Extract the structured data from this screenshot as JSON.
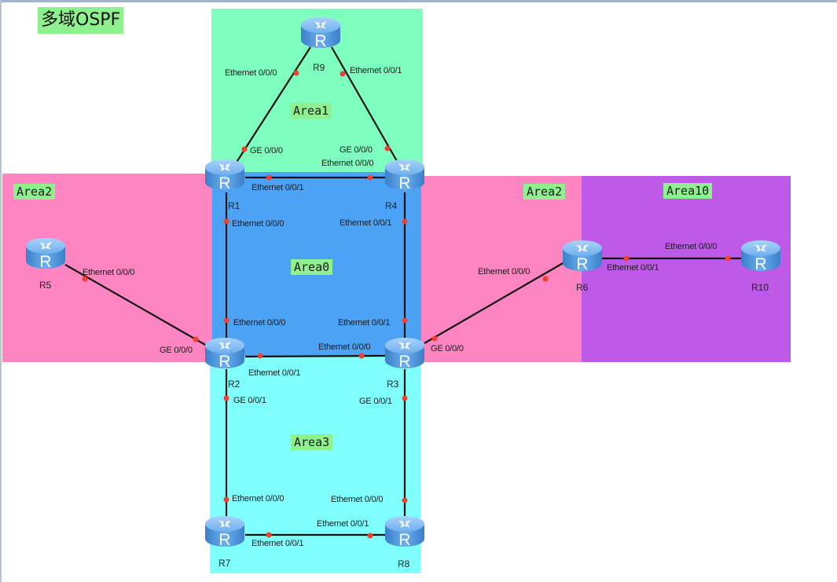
{
  "title": "多域OSPF",
  "colors": {
    "area1": "#7fffbf",
    "area0": "#4ca3f5",
    "area2": "#ff85c2",
    "area10": "#bf5ae8",
    "area3": "#80ffff",
    "label_bg": "#8ef08e",
    "port_dot": "#f04030",
    "router_body": "#4a90d9"
  },
  "areas": [
    {
      "id": "area1",
      "label": "Area1"
    },
    {
      "id": "area0",
      "label": "Area0"
    },
    {
      "id": "area2_left",
      "label": "Area2"
    },
    {
      "id": "area2_right",
      "label": "Area2"
    },
    {
      "id": "area10",
      "label": "Area10"
    },
    {
      "id": "area3",
      "label": "Area3"
    }
  ],
  "routers": [
    {
      "id": "R9",
      "name": "R9"
    },
    {
      "id": "R1",
      "name": "R1"
    },
    {
      "id": "R4",
      "name": "R4"
    },
    {
      "id": "R5",
      "name": "R5"
    },
    {
      "id": "R2",
      "name": "R2"
    },
    {
      "id": "R3",
      "name": "R3"
    },
    {
      "id": "R6",
      "name": "R6"
    },
    {
      "id": "R10",
      "name": "R10"
    },
    {
      "id": "R7",
      "name": "R7"
    },
    {
      "id": "R8",
      "name": "R8"
    }
  ],
  "links": [
    {
      "from": "R9",
      "to": "R1",
      "from_port": "Ethernet 0/0/0",
      "to_port": "GE 0/0/0"
    },
    {
      "from": "R9",
      "to": "R4",
      "from_port": "Ethernet 0/0/1",
      "to_port": "GE 0/0/0"
    },
    {
      "from": "R1",
      "to": "R4",
      "from_port": "Ethernet 0/0/1",
      "to_port": "Ethernet 0/0/0"
    },
    {
      "from": "R1",
      "to": "R2",
      "from_port": "Ethernet 0/0/0",
      "to_port": "Ethernet 0/0/0"
    },
    {
      "from": "R4",
      "to": "R3",
      "from_port": "Ethernet 0/0/1",
      "to_port": "Ethernet 0/0/1"
    },
    {
      "from": "R2",
      "to": "R3",
      "from_port": "Ethernet 0/0/1",
      "to_port": "Ethernet 0/0/0"
    },
    {
      "from": "R5",
      "to": "R2",
      "from_port": "Ethernet 0/0/0",
      "to_port": "GE 0/0/0"
    },
    {
      "from": "R3",
      "to": "R6",
      "from_port": "GE 0/0/0",
      "to_port": "Ethernet 0/0/0"
    },
    {
      "from": "R6",
      "to": "R10",
      "from_port": "Ethernet 0/0/1",
      "to_port": "Ethernet 0/0/0"
    },
    {
      "from": "R2",
      "to": "R7",
      "from_port": "GE 0/0/1",
      "to_port": "Ethernet 0/0/0"
    },
    {
      "from": "R3",
      "to": "R8",
      "from_port": "GE 0/0/1",
      "to_port": "Ethernet 0/0/0"
    },
    {
      "from": "R7",
      "to": "R8",
      "from_port": "Ethernet 0/0/1",
      "to_port": "Ethernet 0/0/1"
    }
  ]
}
